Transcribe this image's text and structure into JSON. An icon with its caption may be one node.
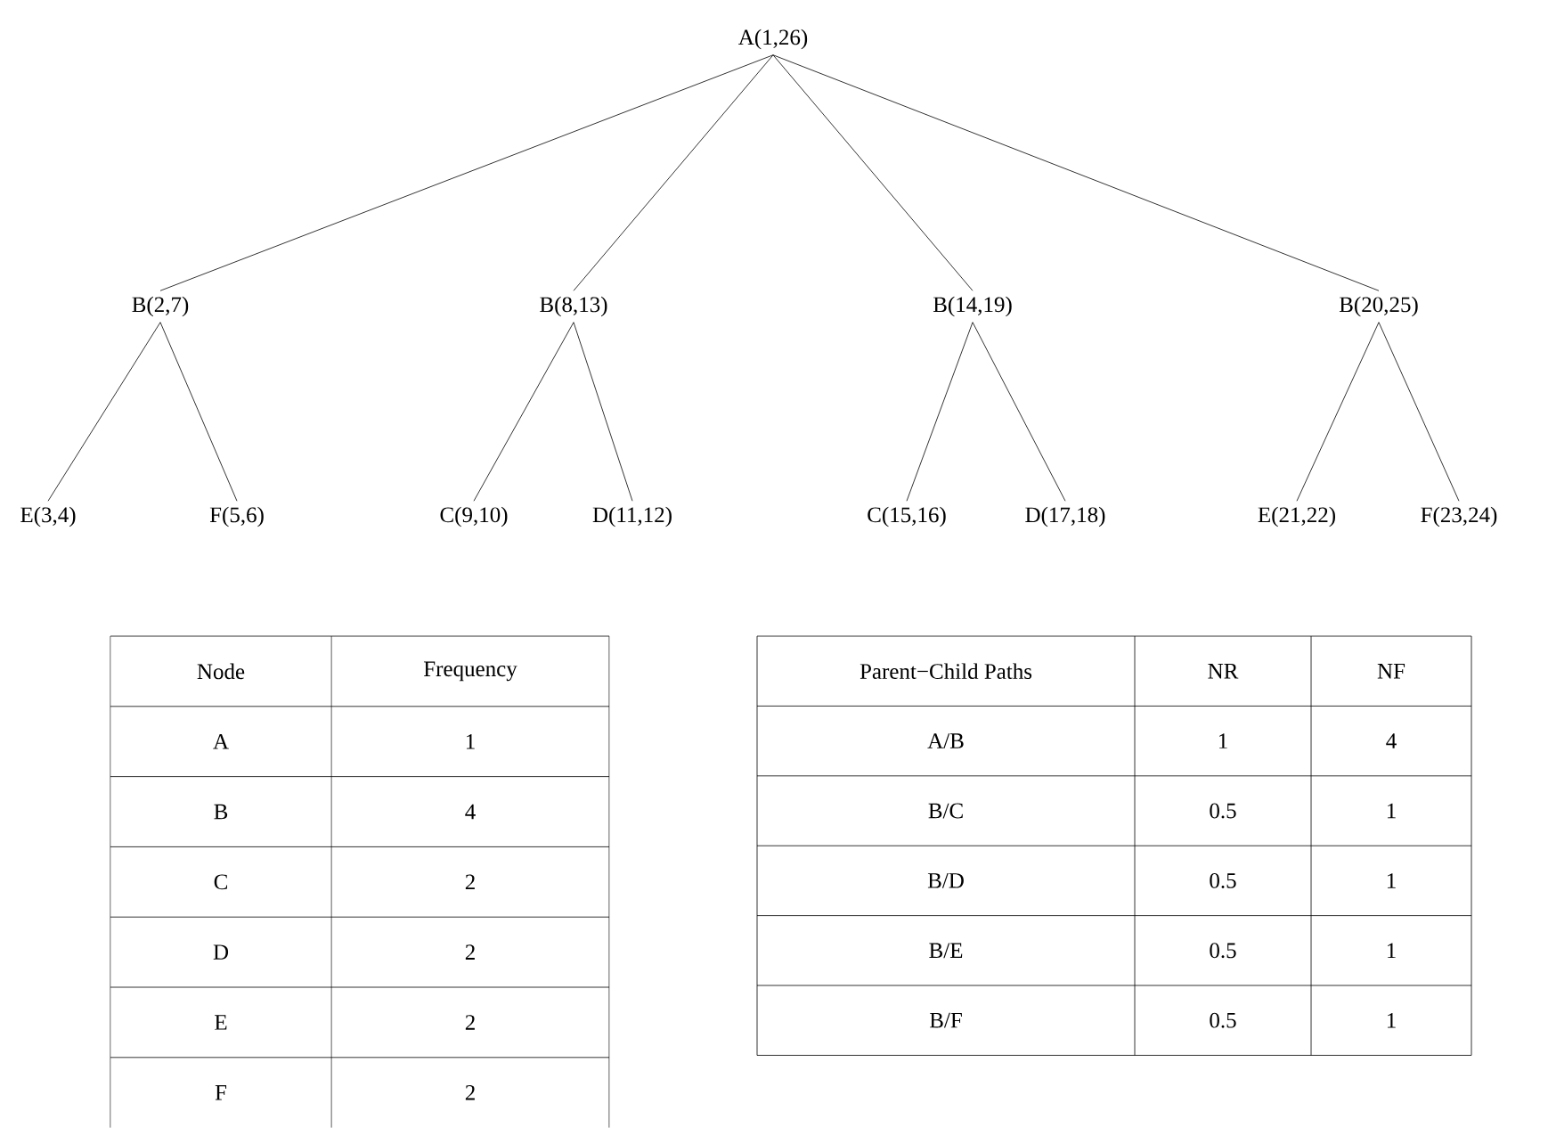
{
  "diagram": {
    "nodes": [
      {
        "text": [
          "A(1,26)"
        ]
      },
      {
        "text": [
          "B(2,7)"
        ]
      },
      {
        "text": [
          "B(8,13)"
        ]
      },
      {
        "text": [
          "B(14,19)"
        ]
      },
      {
        "text": [
          "B(20,25)"
        ]
      },
      {
        "text": [
          "E(3,4)"
        ]
      },
      {
        "text": [
          "F(5,6)"
        ]
      },
      {
        "text": [
          "C(9,10)"
        ]
      },
      {
        "text": [
          "D(11,12)"
        ]
      },
      {
        "text": [
          "C(15,16)"
        ]
      },
      {
        "text": [
          "D(17,18)"
        ]
      },
      {
        "text": [
          "E(21,22)"
        ]
      },
      {
        "text": [
          "F(23,24)"
        ]
      }
    ],
    "edges": [
      {
        "from": 0,
        "to": 1,
        "arrow": "none"
      },
      {
        "from": 0,
        "to": 2,
        "arrow": "none"
      },
      {
        "from": 0,
        "to": 3,
        "arrow": "none"
      },
      {
        "from": 0,
        "to": 4,
        "arrow": "none"
      },
      {
        "from": 1,
        "to": 5,
        "arrow": "none"
      },
      {
        "from": 1,
        "to": 6,
        "arrow": "none"
      },
      {
        "from": 2,
        "to": 7,
        "arrow": "none"
      },
      {
        "from": 2,
        "to": 8,
        "arrow": "none"
      },
      {
        "from": 3,
        "to": 9,
        "arrow": "none"
      },
      {
        "from": 3,
        "to": 10,
        "arrow": "none"
      },
      {
        "from": 4,
        "to": 11,
        "arrow": "none"
      },
      {
        "from": 4,
        "to": 12,
        "arrow": "none"
      }
    ],
    "labels": [
      "Node",
      "Frequency",
      "A",
      "1",
      "B",
      "4",
      "C",
      "2",
      "D",
      "2",
      "E",
      "2",
      "F",
      "2",
      "Parent−Child Paths",
      "NR",
      "NF",
      "A/B",
      "1",
      "4",
      "B/C",
      "0.5",
      "1",
      "B/D",
      "0.5",
      "1",
      "B/E",
      "0.5",
      "1",
      "B/F",
      "0.5",
      "1"
    ]
  }
}
